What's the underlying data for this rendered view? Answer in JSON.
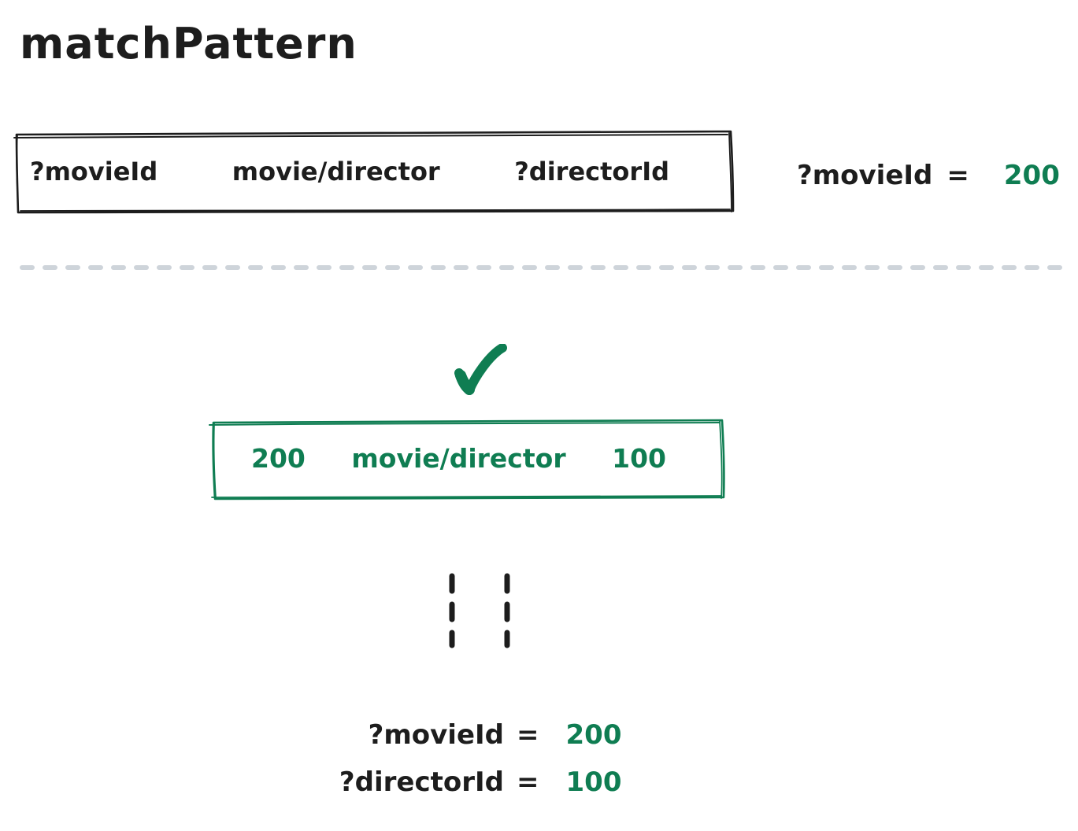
{
  "title": "matchPattern",
  "colors": {
    "ink": "#1d1d1d",
    "match_green": "#0f7d52",
    "separator_gray": "#ced4da",
    "background": "#ffffff"
  },
  "pattern_box": {
    "subject": "?movieId",
    "predicate": "movie/director",
    "object": "?directorId"
  },
  "input_binding": {
    "variable": "?movieId",
    "operator": "=",
    "value": "200"
  },
  "check_icon": "checkmark",
  "matched_triple": {
    "subject": "200",
    "predicate": "movie/director",
    "object": "100"
  },
  "output_bindings": [
    {
      "variable": "?movieId",
      "operator": "=",
      "value": "200"
    },
    {
      "variable": "?directorId",
      "operator": "=",
      "value": "100"
    }
  ]
}
